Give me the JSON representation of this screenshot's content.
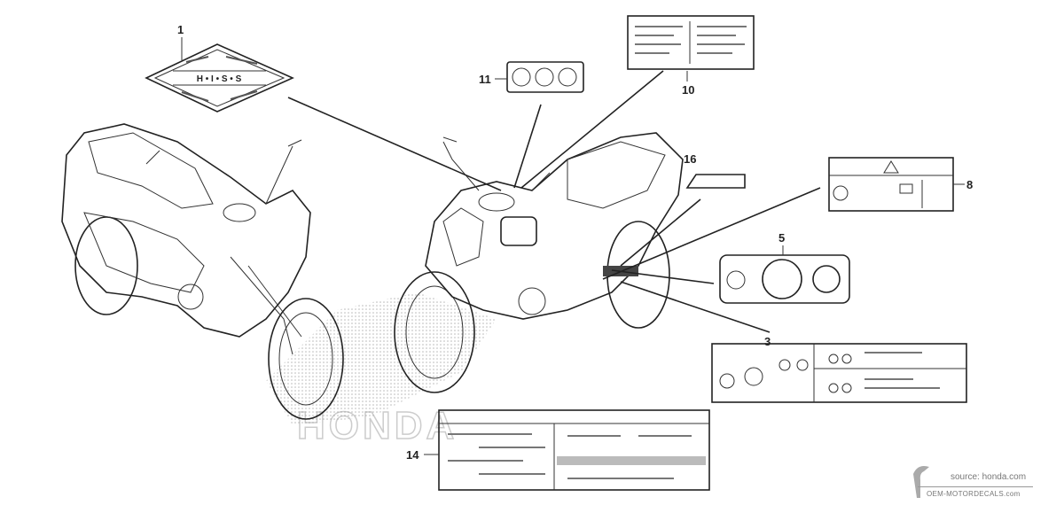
{
  "diagram": {
    "callouts": [
      {
        "id": "1",
        "label": "1"
      },
      {
        "id": "11",
        "label": "11"
      },
      {
        "id": "10",
        "label": "10"
      },
      {
        "id": "16",
        "label": "16"
      },
      {
        "id": "8",
        "label": "8"
      },
      {
        "id": "5",
        "label": "5"
      },
      {
        "id": "3",
        "label": "3"
      },
      {
        "id": "14",
        "label": "14"
      }
    ],
    "background_mark": "HONDA",
    "emblem_center_text": "H • I • S • S"
  },
  "watermark": {
    "source": "source: honda.com",
    "site": "OEM-MOTORDECALS.com"
  },
  "colors": {
    "line": "#222222",
    "watermark": "#777777"
  }
}
